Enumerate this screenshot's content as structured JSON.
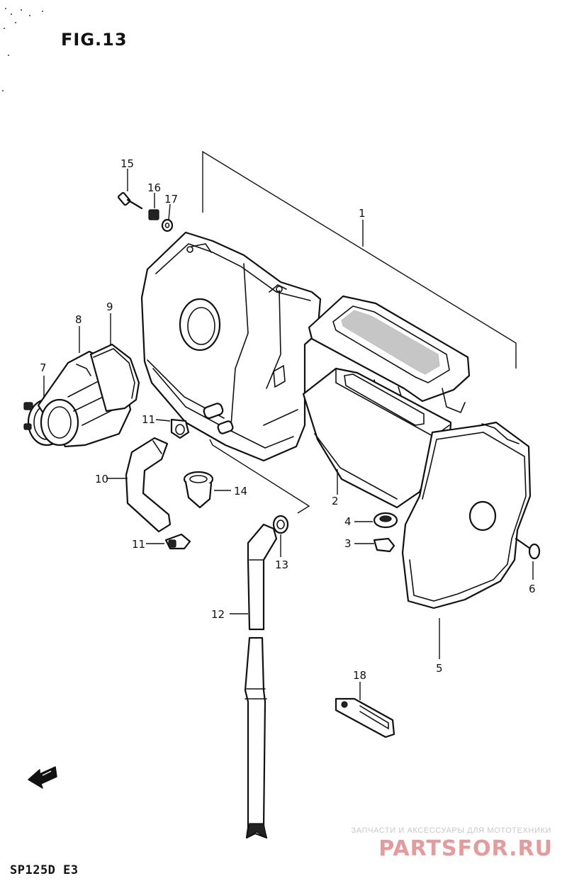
{
  "figure": {
    "title": "FIG.13",
    "model_code": "SP125D  E3"
  },
  "callouts": [
    "1",
    "2",
    "3",
    "4",
    "5",
    "6",
    "7",
    "8",
    "9",
    "10",
    "11",
    "11",
    "12",
    "13",
    "14",
    "15",
    "16",
    "17",
    "18"
  ],
  "watermark": {
    "tagline": "ЗАПЧАСТИ И АКСЕССУАРЫ ДЛЯ МОТОТЕХНИКИ",
    "logo": "PARTSFOR.RU",
    "logo_color": "#e79a9a"
  },
  "colors": {
    "ink": "#111111",
    "background": "#ffffff"
  },
  "icons": {
    "front_direction": "front-arrow-icon"
  }
}
